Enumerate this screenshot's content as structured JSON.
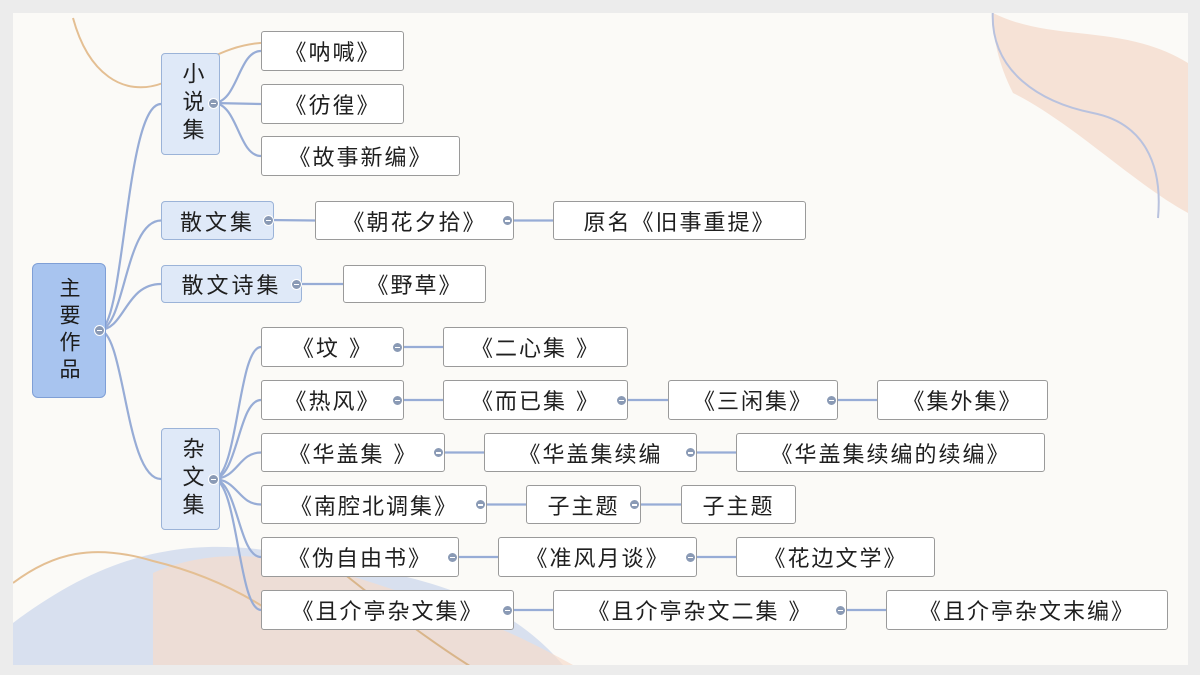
{
  "mindmap": {
    "root": {
      "label": "主要作品"
    },
    "branches": [
      {
        "label": "小说集",
        "children": [
          [
            "《呐喊》"
          ],
          [
            "《彷徨》"
          ],
          [
            "《故事新编》"
          ]
        ]
      },
      {
        "label": "散文集",
        "children": [
          [
            "《朝花夕拾》",
            "原名《旧事重提》"
          ]
        ]
      },
      {
        "label": "散文诗集",
        "children": [
          [
            "《野草》"
          ]
        ]
      },
      {
        "label": "杂文集",
        "children": [
          [
            "《坟 》",
            "《二心集 》"
          ],
          [
            "《热风》",
            "《而已集 》",
            "《三闲集》",
            "《集外集》"
          ],
          [
            "《华盖集 》",
            "《华盖集续编",
            "《华盖集续编的续编》"
          ],
          [
            "《南腔北调集》",
            "子主题",
            "子主题"
          ],
          [
            "《伪自由书》",
            "《准风月谈》",
            "《花边文学》"
          ],
          [
            "《且介亭杂文集》",
            "《且介亭杂文二集 》",
            "《且介亭杂文末编》"
          ]
        ]
      }
    ]
  },
  "colors": {
    "link": "#97acd6",
    "root": "#a8c4ef",
    "branch": "#dfe9f8",
    "toggle": "#8a9ab5"
  }
}
